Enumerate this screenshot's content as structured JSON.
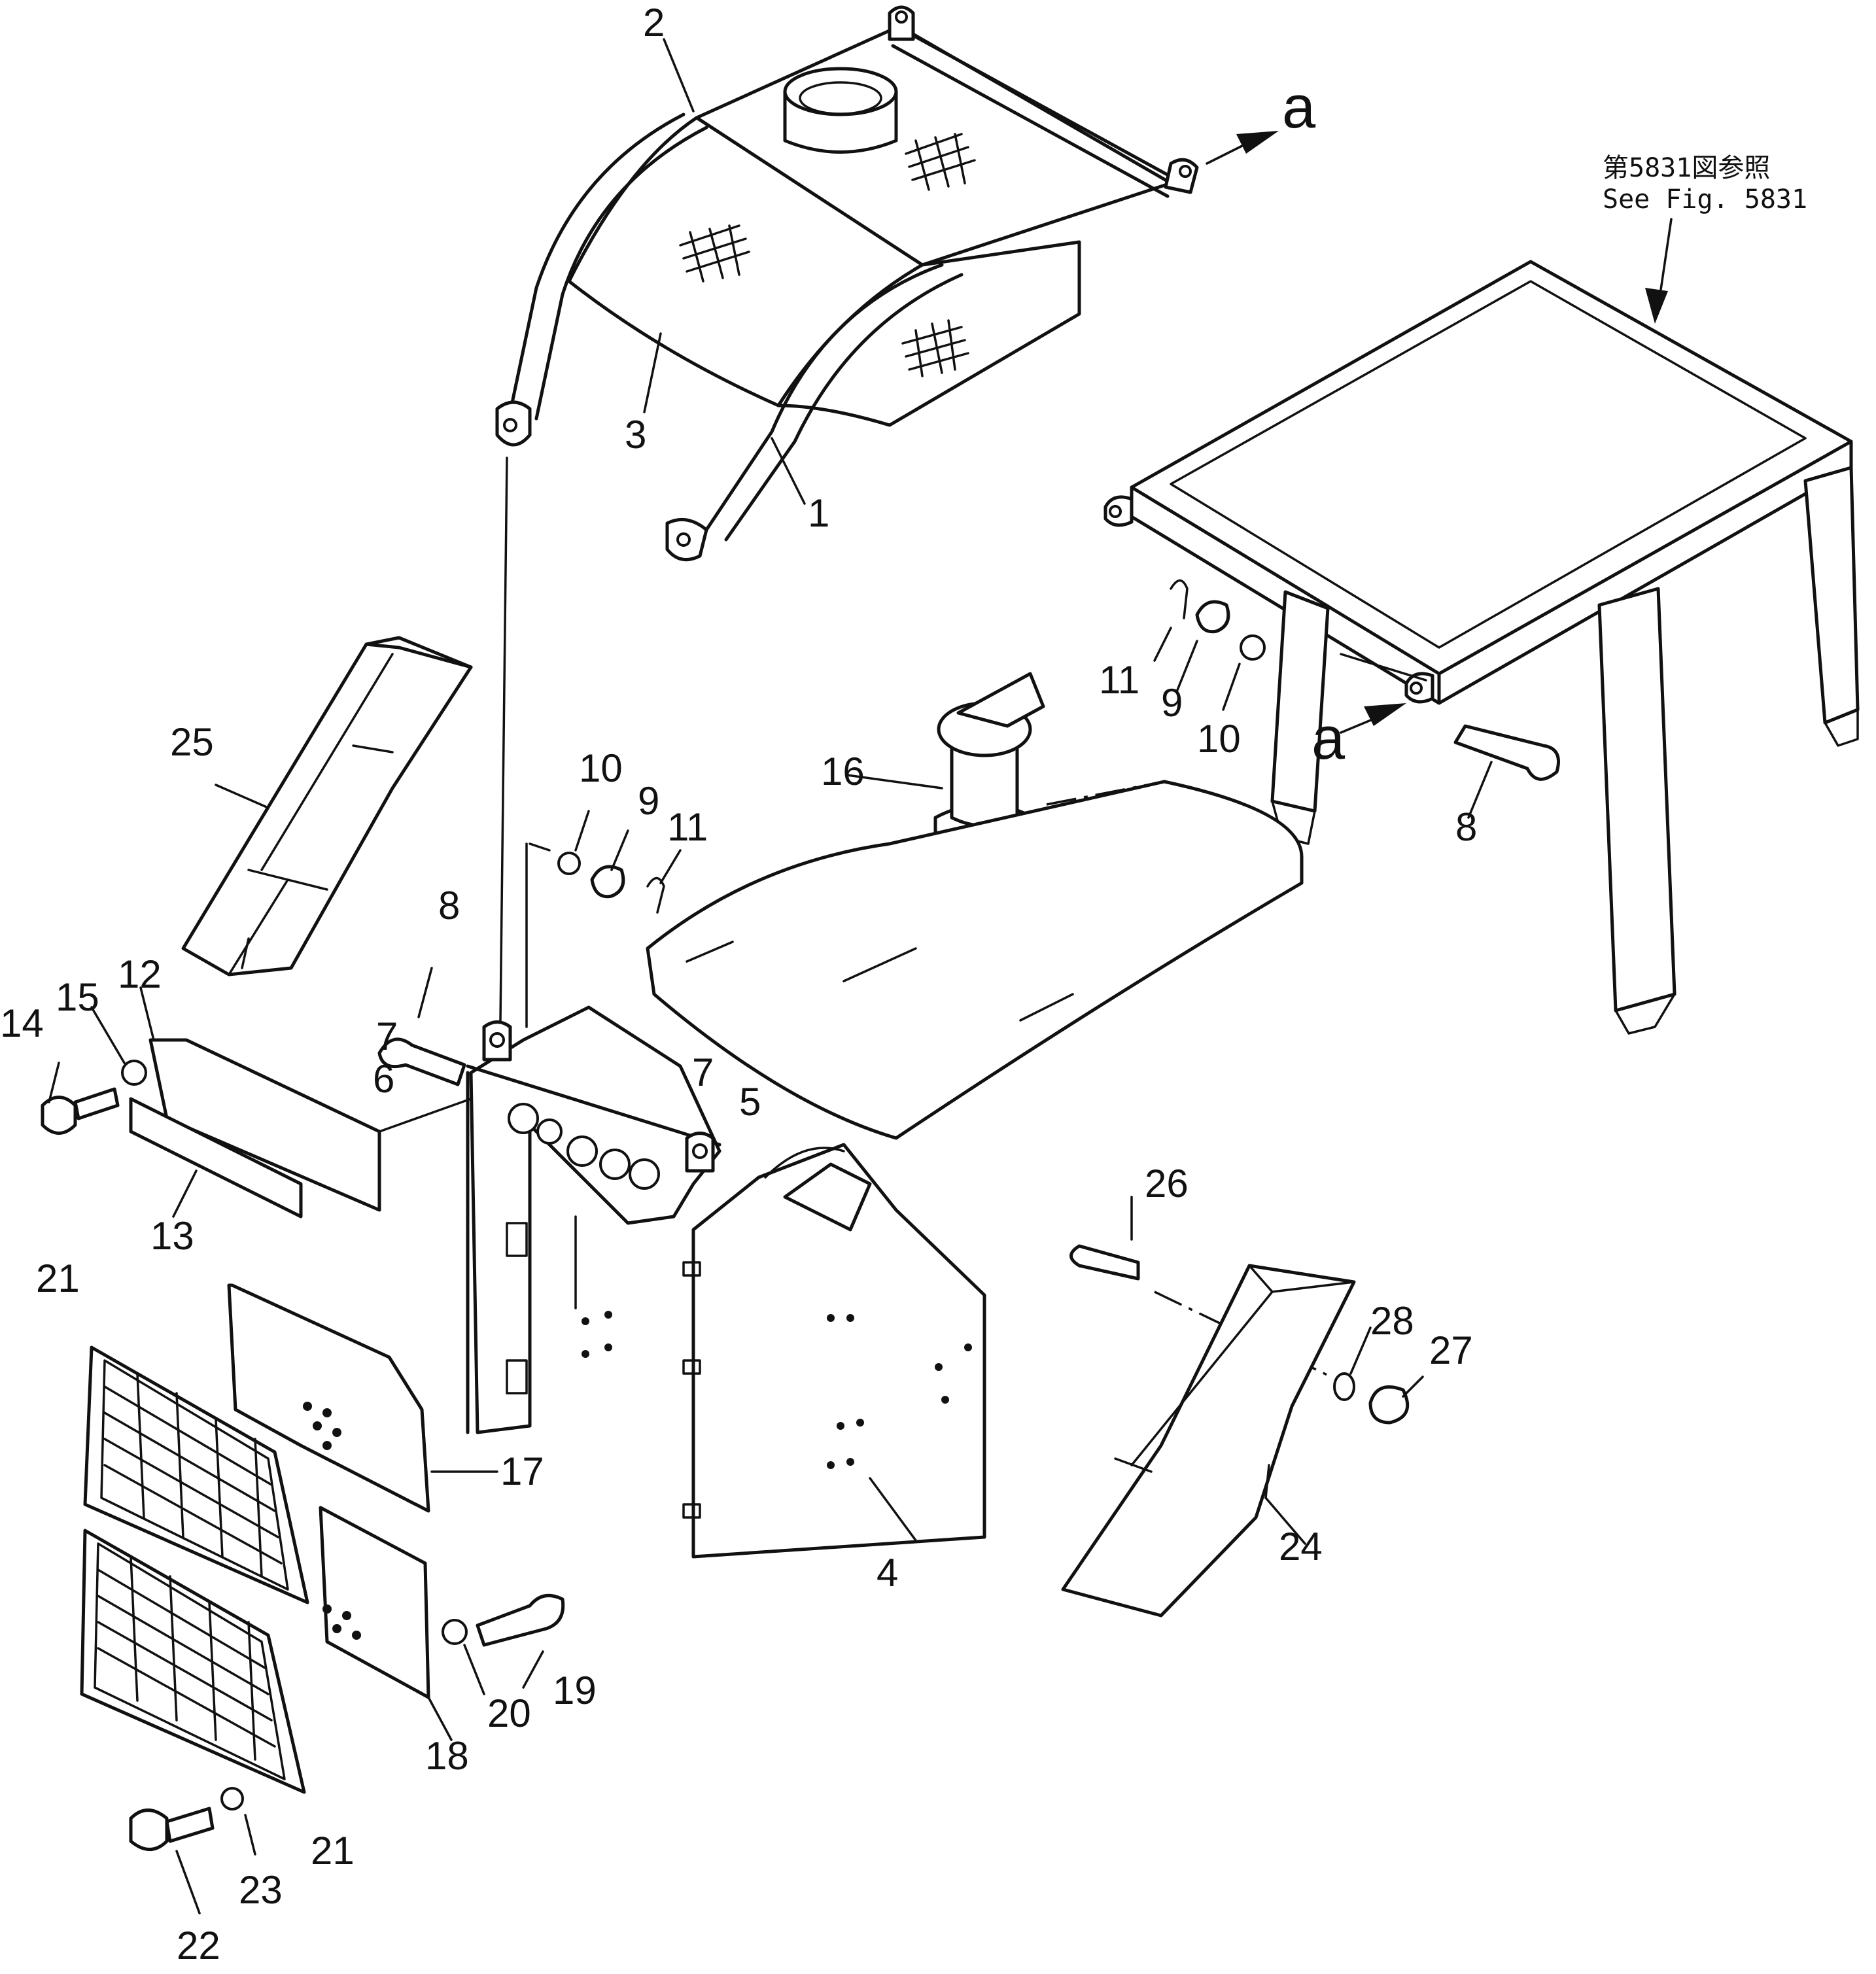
{
  "reference_note": {
    "line1": "第5831図参照",
    "line2": "See Fig. 5831"
  },
  "view_markers": {
    "top": "a",
    "bottom": "a"
  },
  "callouts": {
    "c1": "1",
    "c2": "2",
    "c3": "3",
    "c4": "4",
    "c5": "5",
    "c6": "6",
    "c7a": "7",
    "c7b": "7",
    "c8a": "8",
    "c8b": "8",
    "c9a": "9",
    "c9b": "9",
    "c10a": "10",
    "c10b": "10",
    "c11a": "11",
    "c11b": "11",
    "c12": "12",
    "c13": "13",
    "c14": "14",
    "c15": "15",
    "c16": "16",
    "c17": "17",
    "c18": "18",
    "c19": "19",
    "c20": "20",
    "c21a": "21",
    "c21b": "21",
    "c22": "22",
    "c23": "23",
    "c24": "24",
    "c25": "25",
    "c26": "26",
    "c27": "27",
    "c28": "28"
  }
}
